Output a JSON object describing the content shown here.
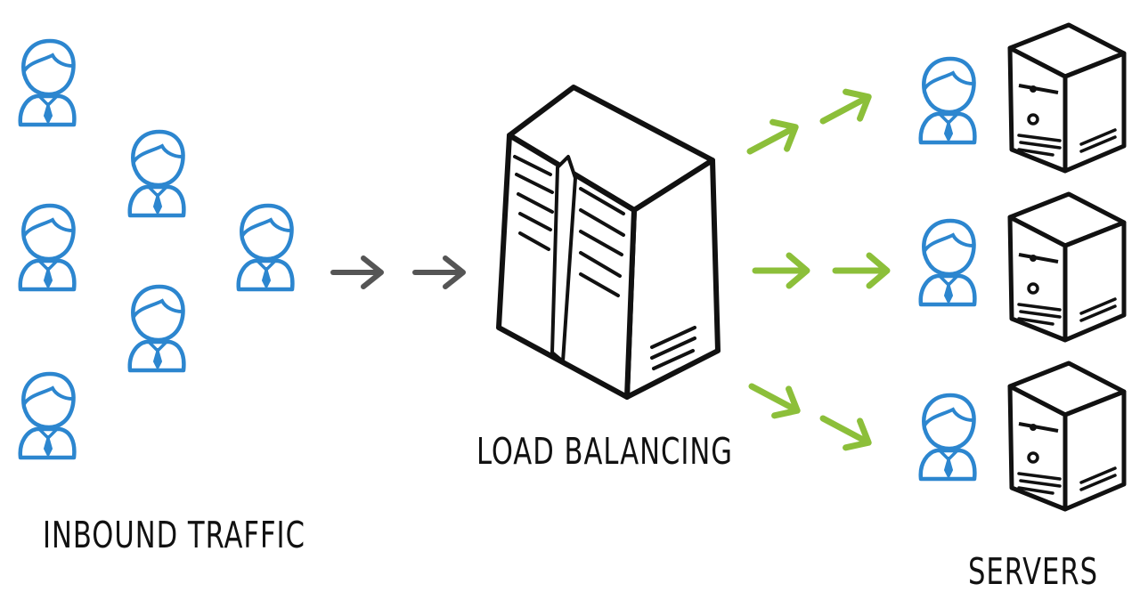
{
  "labels": {
    "inbound_traffic": "INBOUND TRAFFIC",
    "load_balancing": "LOAD BALANCING",
    "servers": "SERVERS"
  },
  "colors": {
    "user_stroke": "#2c86cf",
    "inbound_arrow": "#555555",
    "outbound_arrow": "#8cbf3a",
    "ink": "#111111"
  },
  "icons": {
    "user": "user-icon",
    "load_balancer": "load-balancer-server-icon",
    "server": "server-tower-icon",
    "arrow": "arrow-right-icon"
  }
}
